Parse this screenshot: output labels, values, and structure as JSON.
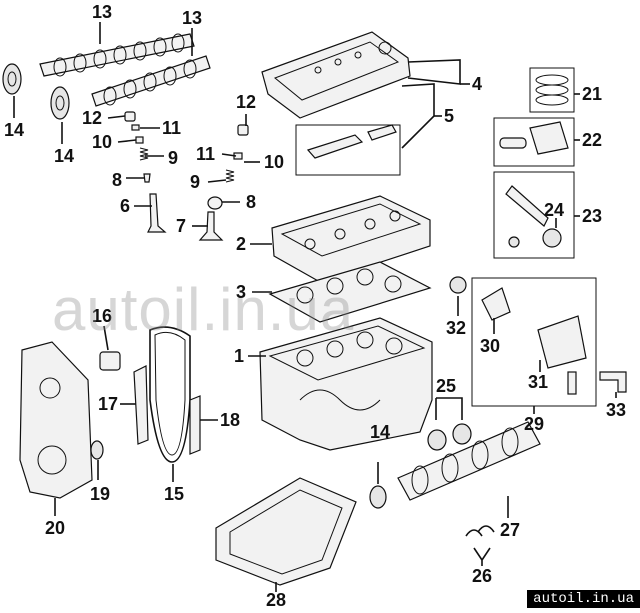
{
  "diagram": {
    "watermark": "autoil.in.ua",
    "footer": "autoil.in.ua",
    "callouts": [
      {
        "id": "13a",
        "text": "13"
      },
      {
        "id": "13b",
        "text": "13"
      },
      {
        "id": "14a",
        "text": "14"
      },
      {
        "id": "14b",
        "text": "14"
      },
      {
        "id": "14c",
        "text": "14"
      },
      {
        "id": "12a",
        "text": "12"
      },
      {
        "id": "12b",
        "text": "12"
      },
      {
        "id": "11a",
        "text": "11"
      },
      {
        "id": "11b",
        "text": "11"
      },
      {
        "id": "10a",
        "text": "10"
      },
      {
        "id": "10b",
        "text": "10"
      },
      {
        "id": "9a",
        "text": "9"
      },
      {
        "id": "9b",
        "text": "9"
      },
      {
        "id": "8a",
        "text": "8"
      },
      {
        "id": "8b",
        "text": "8"
      },
      {
        "id": "7",
        "text": "7"
      },
      {
        "id": "6",
        "text": "6"
      },
      {
        "id": "5",
        "text": "5"
      },
      {
        "id": "4",
        "text": "4"
      },
      {
        "id": "3",
        "text": "3"
      },
      {
        "id": "2",
        "text": "2"
      },
      {
        "id": "1",
        "text": "1"
      },
      {
        "id": "15",
        "text": "15"
      },
      {
        "id": "16",
        "text": "16"
      },
      {
        "id": "17",
        "text": "17"
      },
      {
        "id": "18",
        "text": "18"
      },
      {
        "id": "19",
        "text": "19"
      },
      {
        "id": "20",
        "text": "20"
      },
      {
        "id": "21",
        "text": "21"
      },
      {
        "id": "22",
        "text": "22"
      },
      {
        "id": "23",
        "text": "23"
      },
      {
        "id": "24",
        "text": "24"
      },
      {
        "id": "25",
        "text": "25"
      },
      {
        "id": "26",
        "text": "26"
      },
      {
        "id": "27",
        "text": "27"
      },
      {
        "id": "28",
        "text": "28"
      },
      {
        "id": "29",
        "text": "29"
      },
      {
        "id": "30",
        "text": "30"
      },
      {
        "id": "31",
        "text": "31"
      },
      {
        "id": "32",
        "text": "32"
      },
      {
        "id": "33",
        "text": "33"
      }
    ]
  }
}
